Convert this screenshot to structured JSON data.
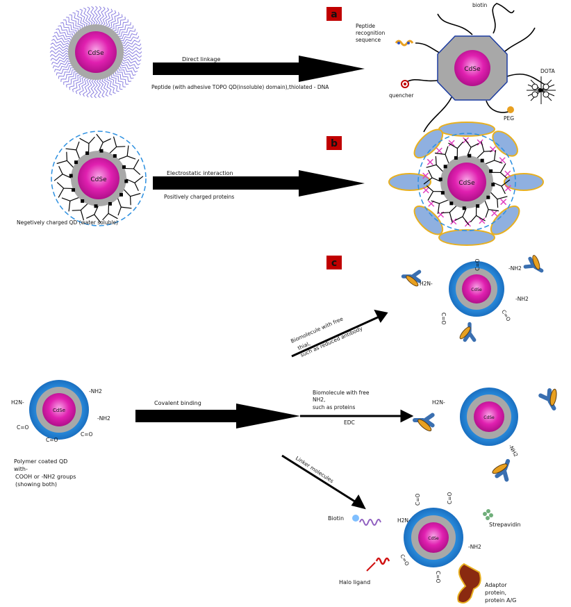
{
  "panels": {
    "a": {
      "badge": "a",
      "qd_core": "CdSe",
      "product_core": "CdSe",
      "arrow_top": "Direct  linkage",
      "arrow_bottom": "Peptide (with adhesive TOPO QD(insoluble) domain),thiolated - DNA",
      "labels": {
        "biotin": "biotin",
        "peptide_1": "Peptide",
        "peptide_2": "recognition",
        "peptide_3": "sequence",
        "quencher": "quencher",
        "dota": "DOTA",
        "peg": "PEG"
      }
    },
    "b": {
      "badge": "b",
      "qd_core": "CdSe",
      "product_core": "CdSe",
      "arrow_top": "Electrostatic interaction",
      "arrow_bottom": "Positively charged proteins",
      "caption": "Negetively charged QD (water soluble)"
    },
    "c": {
      "badge": "c",
      "qd_core": "CdSe",
      "group_cooh": "C=O",
      "group_amine": "-NH2",
      "group_amine_rev": "H2N-",
      "caption_1": "Polymer coated QD",
      "caption_2": "with-",
      "caption_3": "COOH or -NH2 groups",
      "caption_4": "(showing both)",
      "covalent": "Covalent binding",
      "thiol_1": "Biomolecule with free",
      "thiol_2": "thial,",
      "thiol_3": "such as reduced antibody",
      "nh2_1": "Biomolecule with free",
      "nh2_2": "NH2,",
      "nh2_3": "such as proteins",
      "edc": "EDC",
      "linker": "Linker molecules",
      "biotin": "Biotin",
      "strepavidin": "Strepavidin",
      "halo": "Halo ligand",
      "adaptor_1": "Adaptor",
      "adaptor_2": "protein,",
      "adaptor_3": "protein A/G"
    }
  },
  "colors": {
    "badge": "#c00000",
    "core": "#e020b0",
    "shell": "#a8a8a8",
    "polymer": "#2b8fe0",
    "peptide": "#8a7fe0",
    "protein": "#8fb0e0",
    "protein_edge": "#e8b020",
    "charge": "#e040c0",
    "arrow": "#000000"
  }
}
